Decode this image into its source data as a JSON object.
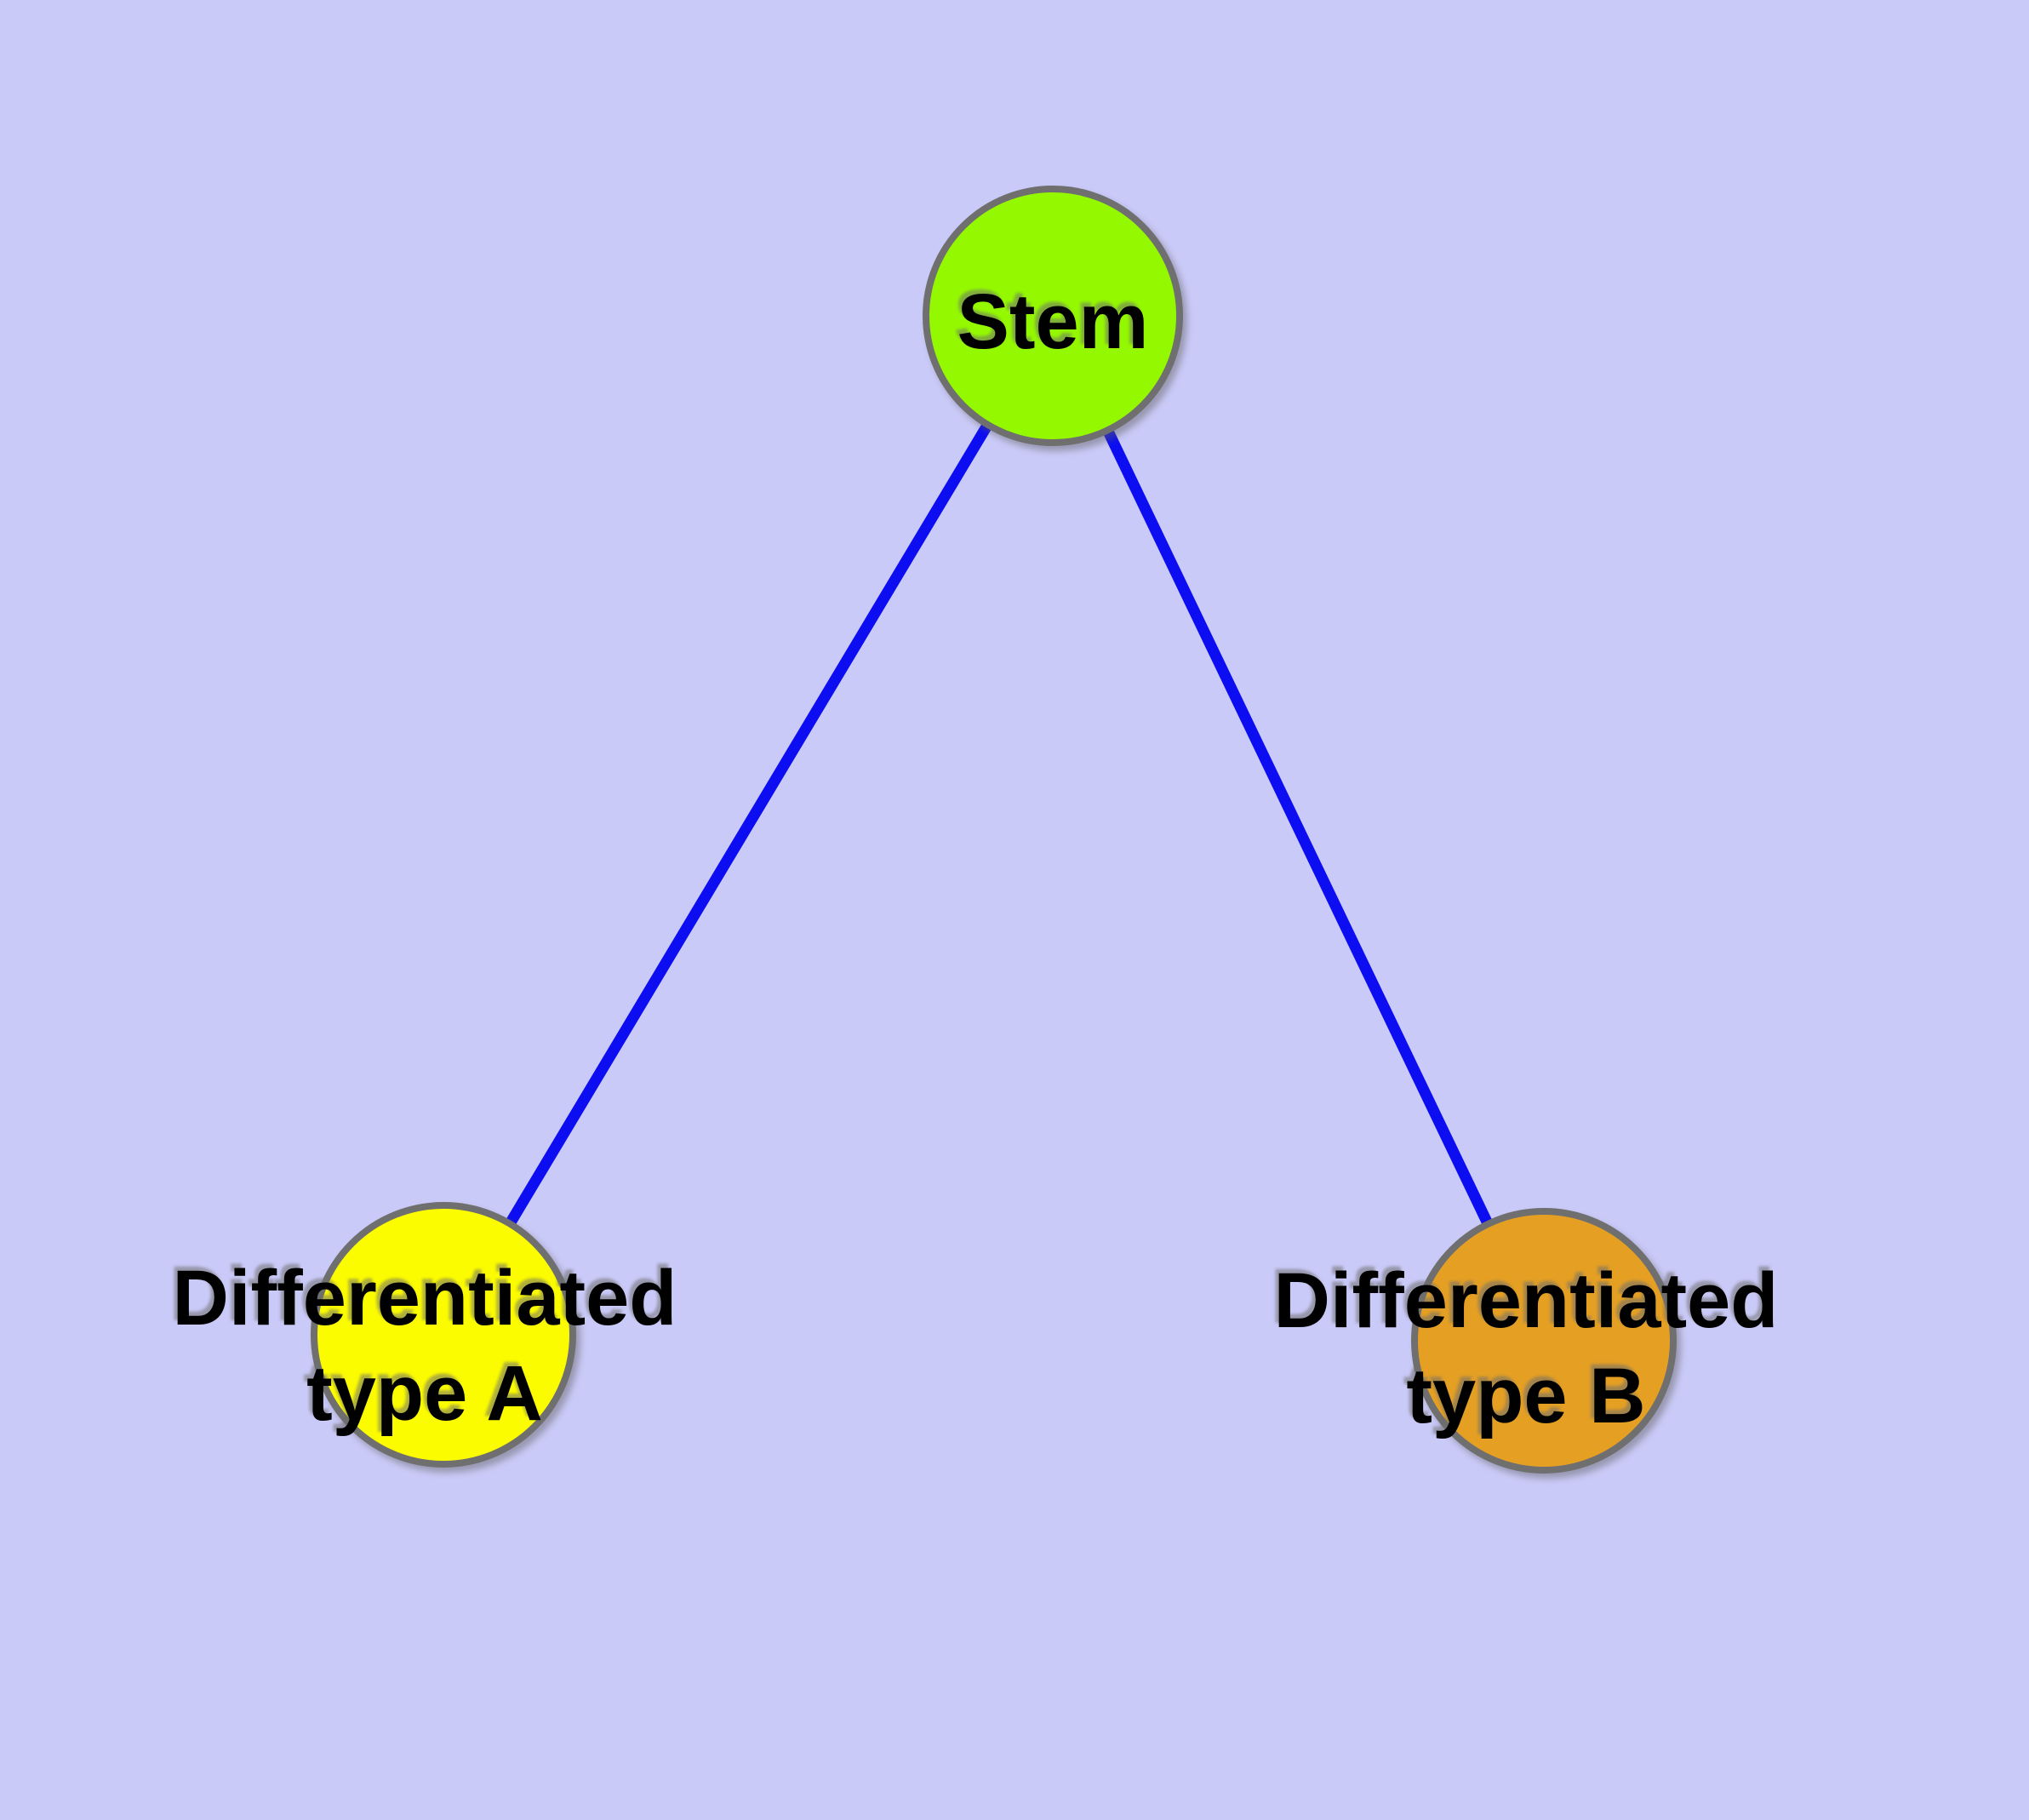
{
  "diagram": {
    "background_color": "#CACAF8",
    "edge_color": "#0D0DF2",
    "node_border_color": "#6F6F6F",
    "label_text_color": "#000000",
    "nodes": [
      {
        "id": "stem",
        "label": "Stem",
        "fill": "#94F900"
      },
      {
        "id": "differentiated-type-a",
        "label": "Differentiated\ntype A",
        "fill": "#FCFC00"
      },
      {
        "id": "differentiated-type-b",
        "label": "Differentiated\ntype B",
        "fill": "#E5A024"
      }
    ],
    "edges": [
      {
        "from": "stem",
        "to": "differentiated-type-a"
      },
      {
        "from": "stem",
        "to": "differentiated-type-b"
      }
    ]
  }
}
